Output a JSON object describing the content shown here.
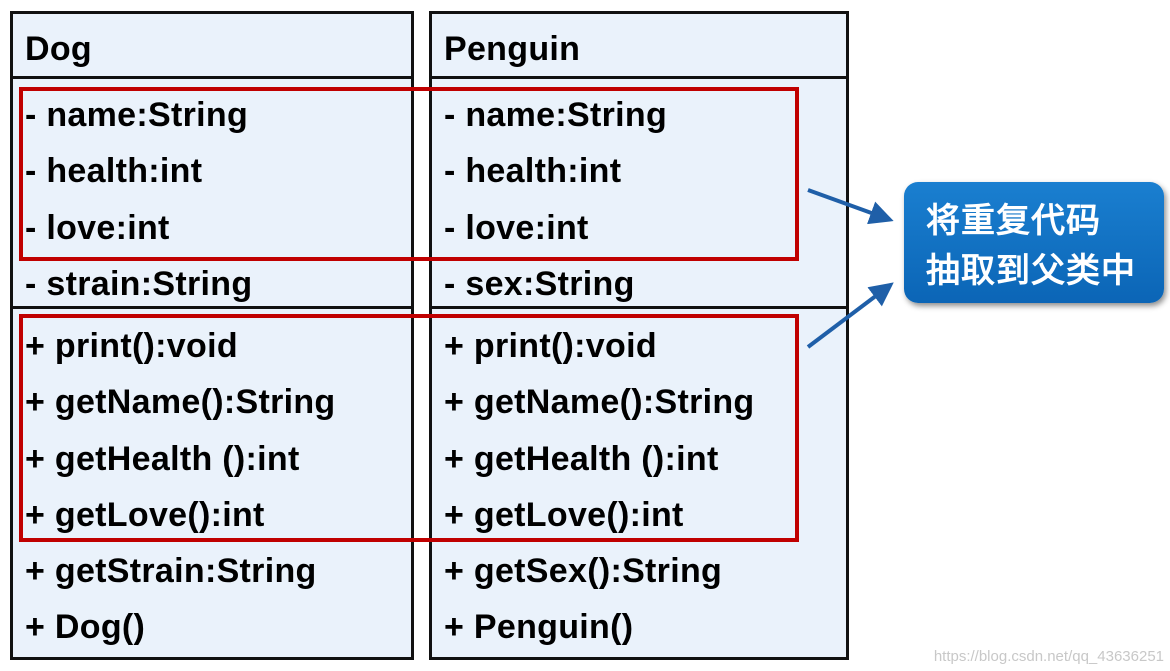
{
  "classes": {
    "dog": {
      "name": "Dog",
      "attributes": [
        "- name:String",
        "- health:int",
        "- love:int",
        "- strain:String"
      ],
      "methods": [
        "+ print():void",
        "+ getName():String",
        "+ getHealth ():int",
        "+ getLove():int",
        "+ getStrain:String",
        "+ Dog()"
      ]
    },
    "penguin": {
      "name": "Penguin",
      "attributes": [
        "- name:String",
        "- health:int",
        "- love:int",
        "- sex:String"
      ],
      "methods": [
        "+ print():void",
        "+ getName():String",
        "+ getHealth ():int",
        "+ getLove():int",
        "+ getSex():String",
        "+ Penguin()"
      ]
    }
  },
  "callout": {
    "line1": "将重复代码",
    "line2": "抽取到父类中"
  },
  "watermark": "https://blog.csdn.net/qq_43636251",
  "colors": {
    "class_fill": "#eaf2fb",
    "class_border": "#111111",
    "highlight": "#c00000",
    "arrow": "#1f5fa8",
    "callout_fill": "#0b6fc4",
    "callout_text": "#ffffff"
  }
}
